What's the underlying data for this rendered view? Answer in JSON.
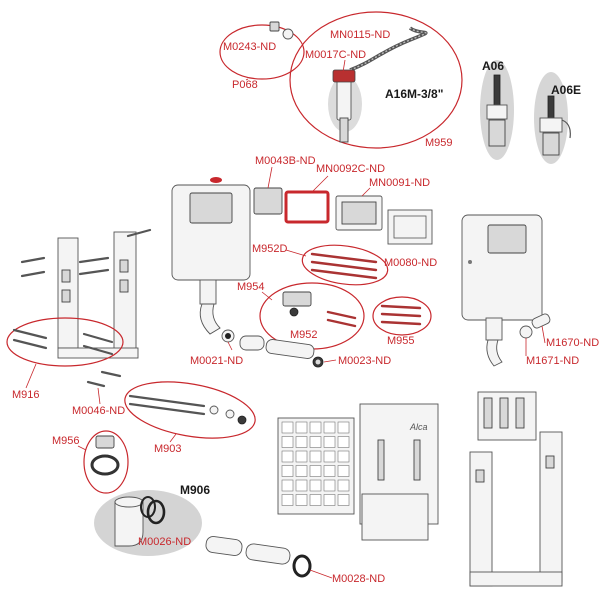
{
  "diagram": {
    "accent_color": "#c8282d",
    "labels": {
      "m0243": "M0243-ND",
      "p068": "P068",
      "mn0115": "MN0115-ND",
      "m0017c": "M0017C-ND",
      "a16m": "A16M-3/8\"",
      "m959": "M959",
      "a06": "A06",
      "a06e": "A06E",
      "m0043b": "M0043B-ND",
      "mn0092c": "MN0092C-ND",
      "mn0091": "MN0091-ND",
      "m952d": "M952D",
      "m0080": "M0080-ND",
      "m954": "M954",
      "m952": "M952",
      "m955": "M955",
      "m0021": "M0021-ND",
      "m0023": "M0023-ND",
      "m1670": "M1670-ND",
      "m1671": "M1671-ND",
      "m916": "M916",
      "m0046": "M0046-ND",
      "m903": "M903",
      "m956": "M956",
      "m906": "M906",
      "m0026": "M0026-ND",
      "m0028": "M0028-ND",
      "brand": "Alca"
    }
  }
}
